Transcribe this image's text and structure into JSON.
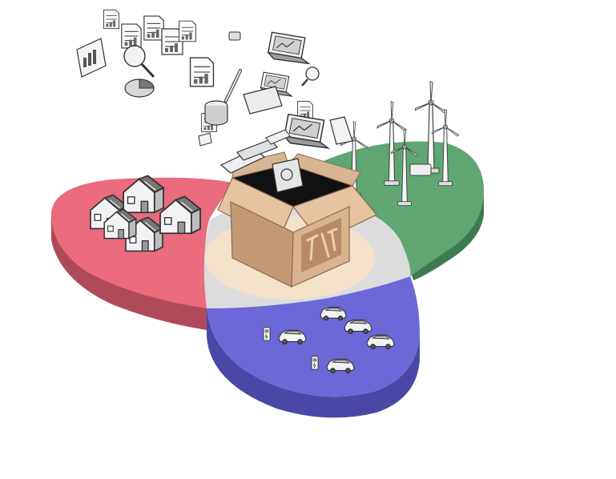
{
  "diagram": {
    "segments": [
      {
        "name": "housing",
        "top_color": "#ea6a7e",
        "side_color": "#b04a5a"
      },
      {
        "name": "wind-energy",
        "top_color": "#5fa672",
        "side_color": "#3f7b52"
      },
      {
        "name": "electric-mobility",
        "top_color": "#6d68d8",
        "side_color": "#4a47a6"
      }
    ],
    "center": {
      "ring_color": "#dcdcdc",
      "core_color": "#f3e2c9"
    },
    "box": {
      "front": "#d9b28e",
      "side": "#c49a76",
      "flap": "#e6c4a2",
      "emblem": "#b98a66"
    },
    "icons": [
      "houses-icon",
      "wind-turbine-icon",
      "electric-car-icon",
      "charging-station-icon",
      "toolbox-icon",
      "data-chart-icon",
      "document-icon",
      "laptop-icon",
      "magnifier-icon",
      "pie-chart-icon",
      "pen-icon",
      "database-icon"
    ]
  }
}
